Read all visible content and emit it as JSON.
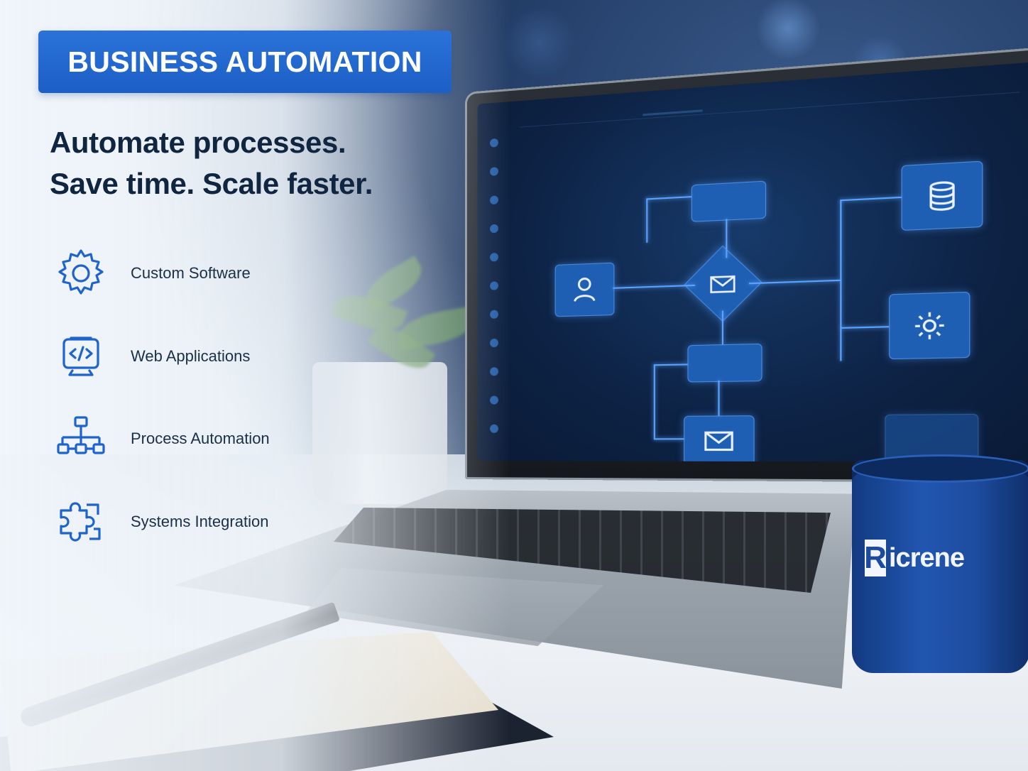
{
  "badge": {
    "text": "BUSINESS AUTOMATION"
  },
  "headline": {
    "line1": "Automate processes.",
    "line2": "Save time. Scale faster."
  },
  "features": [
    {
      "label": "Custom Software",
      "icon": "gear-icon"
    },
    {
      "label": "Web Applications",
      "icon": "code-icon"
    },
    {
      "label": "Process Automation",
      "icon": "flowchart-icon"
    },
    {
      "label": "Systems Integration",
      "icon": "puzzle-icon"
    }
  ],
  "mug": {
    "brand": "icrene",
    "initial": "R"
  },
  "colors": {
    "accent": "#1f63cc",
    "headline_text": "#102540",
    "icon_stroke": "#1f63cc"
  }
}
